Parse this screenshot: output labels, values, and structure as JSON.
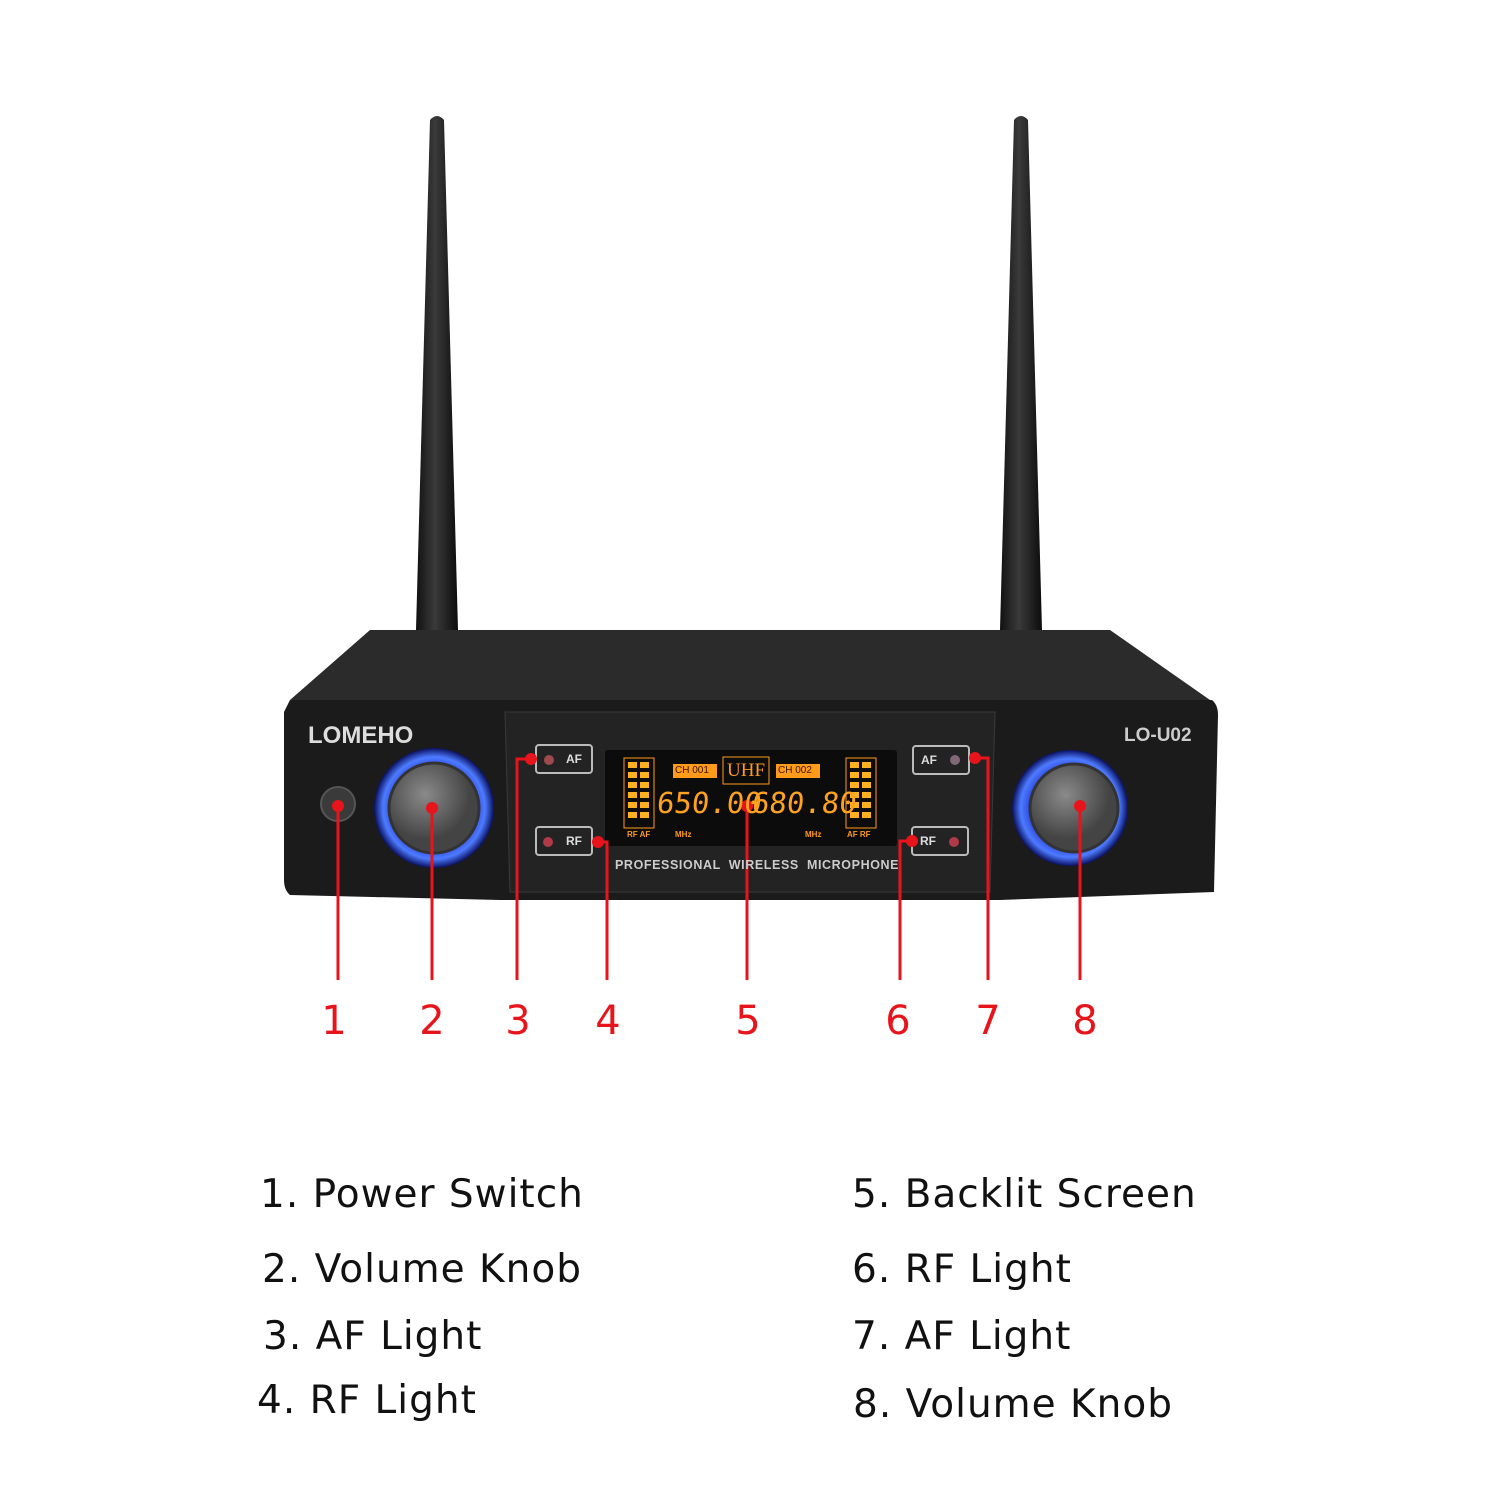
{
  "device": {
    "brand": "LOMEHO",
    "model": "LO-U02",
    "panel_text": "PROFESSIONAL  WIRELESS  MICROPHONE",
    "buttons": {
      "af_left": "AF",
      "rf_left": "RF",
      "af_right": "AF",
      "rf_right": "RF"
    },
    "display": {
      "band": "UHF",
      "ch_left": "CH 001",
      "ch_right": "CH 002",
      "freq_left": "650.00",
      "freq_right": "680.80",
      "unit": "MHz",
      "meter_left_label": "RF AF",
      "meter_right_label": "AF RF"
    }
  },
  "callouts": [
    "1",
    "2",
    "3",
    "4",
    "5",
    "6",
    "7",
    "8"
  ],
  "legend": {
    "left": [
      "1. Power Switch",
      "2. Volume Knob",
      "3. AF Light",
      "4. RF Light"
    ],
    "right": [
      "5. Backlit Screen",
      "6. RF Light",
      "7. AF Light",
      "8. Volume Knob"
    ]
  },
  "colors": {
    "callout": "#e8141b",
    "lcd": "#ff9a1a",
    "knob_glow": "#3a5bff"
  }
}
